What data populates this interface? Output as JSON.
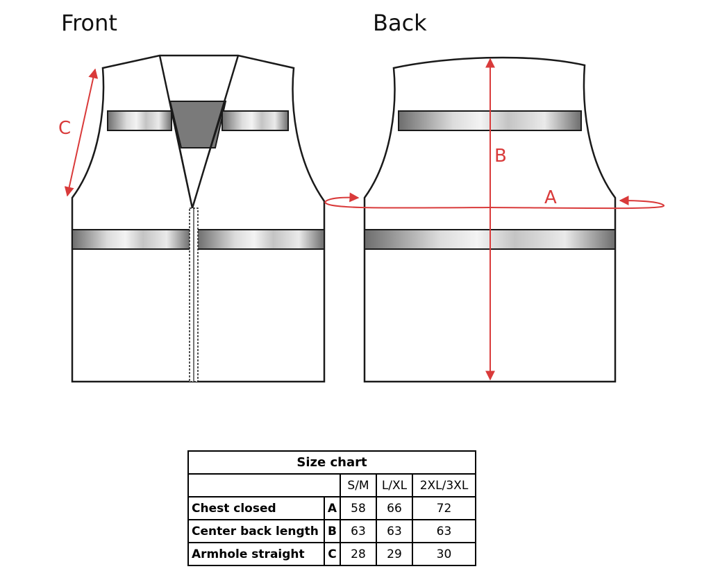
{
  "views": {
    "front": "Front",
    "back": "Back"
  },
  "dimension_letters": {
    "a": "A",
    "b": "B",
    "c": "C"
  },
  "colors": {
    "dimension": "#d93a3a",
    "outline": "#1a1a1a",
    "band": "#8a8a8a",
    "panel": "#7a7a7a"
  },
  "size_chart": {
    "title": "Size chart",
    "sizes": [
      "S/M",
      "L/XL",
      "2XL/3XL"
    ],
    "rows": [
      {
        "label": "Chest closed",
        "key": "A",
        "values": [
          "58",
          "66",
          "72"
        ]
      },
      {
        "label": "Center back length",
        "key": "B",
        "values": [
          "63",
          "63",
          "63"
        ]
      },
      {
        "label": "Armhole straight",
        "key": "C",
        "values": [
          "28",
          "29",
          "30"
        ]
      }
    ]
  }
}
